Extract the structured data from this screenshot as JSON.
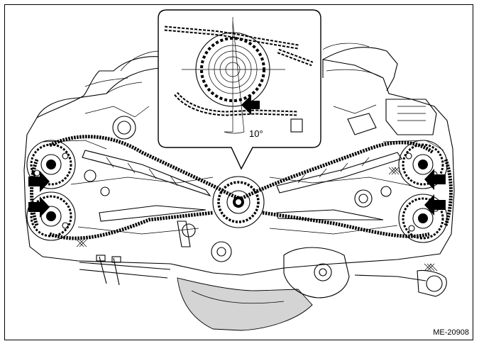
{
  "figure": {
    "id_label": "ME-20908",
    "detail_angle_label": "10°"
  },
  "arrows": [
    {
      "name": "left-upper-cam-mark",
      "direction": "right"
    },
    {
      "name": "left-lower-cam-mark",
      "direction": "right"
    },
    {
      "name": "right-upper-cam-mark",
      "direction": "left"
    },
    {
      "name": "right-lower-cam-mark",
      "direction": "left"
    },
    {
      "name": "crank-detail-mark",
      "direction": "left"
    }
  ]
}
